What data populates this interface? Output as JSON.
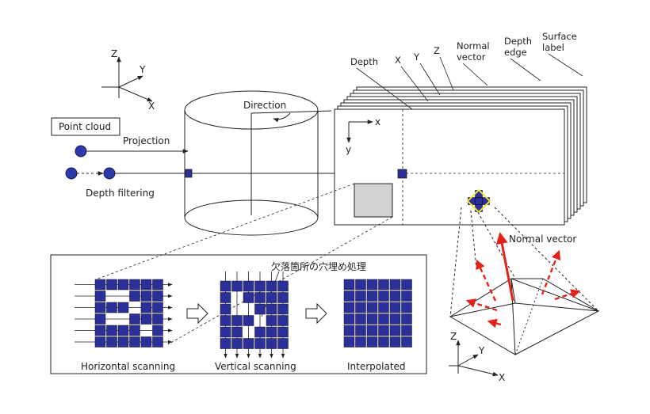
{
  "axes_top": {
    "z": "Z",
    "y": "Y",
    "x": "X"
  },
  "point_cloud": "Point cloud",
  "projection": "Projection",
  "depth_filtering": "Depth filtering",
  "direction": "Direction",
  "image_axes": {
    "x": "x",
    "y": "y"
  },
  "layers": [
    "Depth",
    "X",
    "Y",
    "Z",
    "Normal\nvector",
    "Depth\nedge",
    "Surface\nlabel"
  ],
  "normal_vector": "Normal vector",
  "hole_filling_label": "欠落箇所の穴埋め処理",
  "panels": {
    "horizontal": "Horizontal scanning",
    "vertical": "Vertical scanning",
    "interpolated": "Interpolated"
  },
  "axes_bottom": {
    "z": "Z",
    "y": "Y",
    "x": "X"
  },
  "colors": {
    "pixel": "#2b2f9a",
    "point": "#2b3aa8",
    "highlight": "#f2e33b",
    "normal_red": "#e3231b",
    "hole": "#d2d2d2",
    "line": "#222222"
  },
  "grids": {
    "horizontal_missing": [
      [
        1,
        1
      ],
      [
        1,
        2
      ],
      [
        2,
        3
      ],
      [
        3,
        1
      ],
      [
        3,
        2
      ],
      [
        4,
        4
      ]
    ],
    "vertical_missing": [
      [
        1,
        1
      ],
      [
        2,
        1
      ],
      [
        2,
        2
      ],
      [
        3,
        3
      ],
      [
        4,
        2
      ]
    ],
    "interpolated_missing": []
  }
}
